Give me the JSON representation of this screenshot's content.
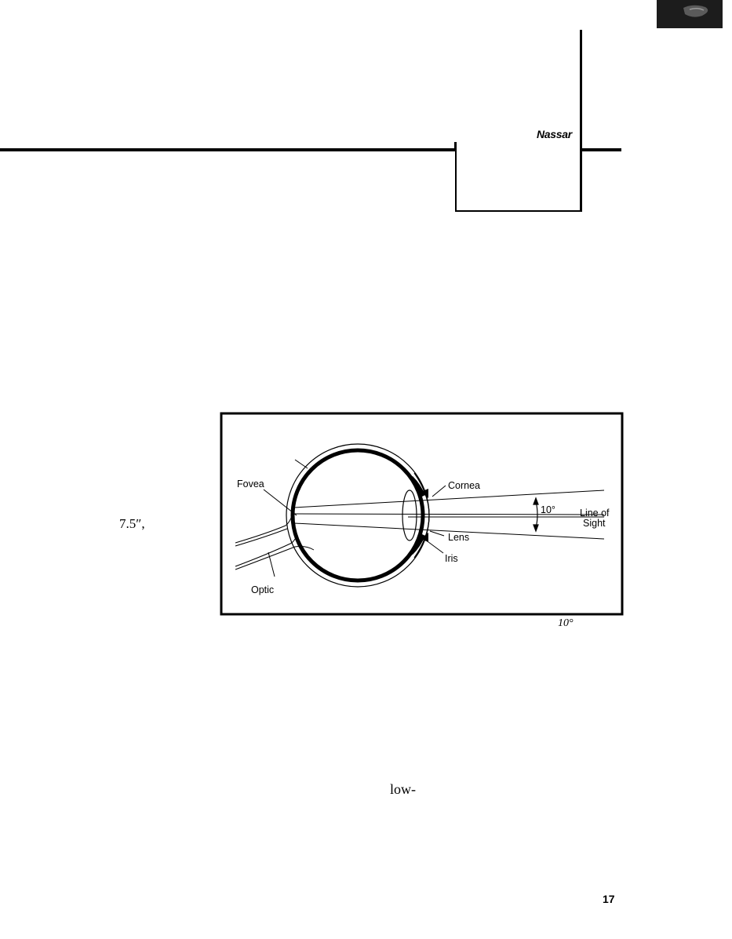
{
  "header": {
    "author": "Nassar"
  },
  "body_fragments": {
    "dimension": "7.5″,",
    "low": "low-"
  },
  "figure": {
    "labels": {
      "fovea": "Fovea",
      "cornea": "Cornea",
      "angle": "10°",
      "line_of": "Line of",
      "sight": "Sight",
      "lens": "Lens",
      "iris": "Iris",
      "optic": "Optic"
    },
    "caption_angle": "10°"
  },
  "footer": {
    "page_number": "17"
  },
  "icons": {
    "corner_tab": "page-corner-tab-icon"
  },
  "colors": {
    "ink": "#000000",
    "paper": "#ffffff",
    "tab": "#1c1c1c"
  }
}
